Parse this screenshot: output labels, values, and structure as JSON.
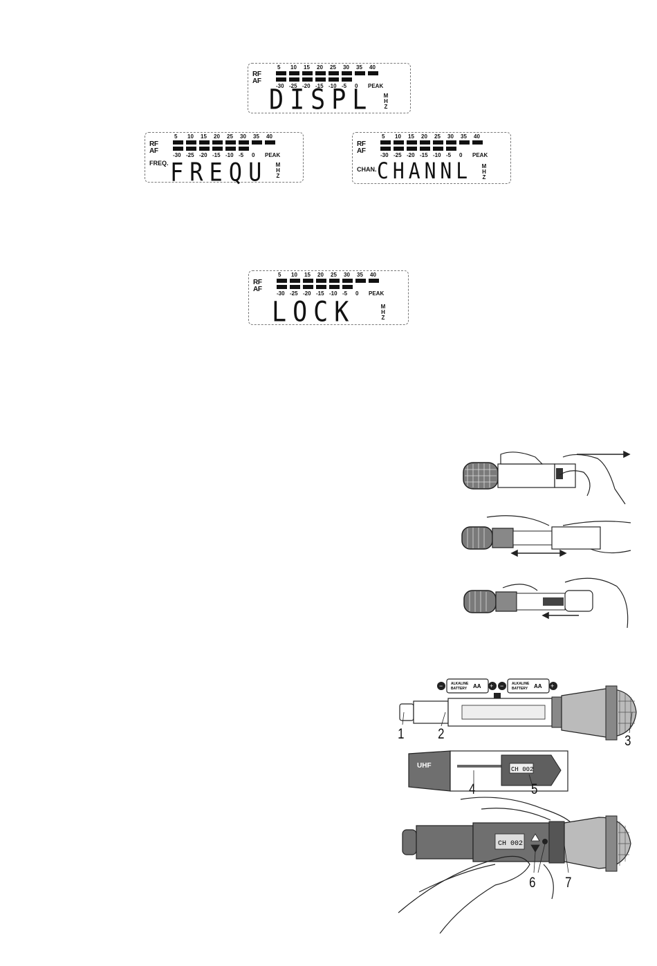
{
  "rf_label": "RF",
  "af_label": "AF",
  "rf_ticks": [
    "5",
    "10",
    "15",
    "20",
    "25",
    "30",
    "35",
    "40"
  ],
  "af_ticks": [
    "-30",
    "-25",
    "-20",
    "-15",
    "-10",
    "-5",
    "0",
    "PEAK"
  ],
  "unit_letters": [
    "M",
    "H",
    "Z"
  ],
  "displays": {
    "displ": {
      "text": "DISPL",
      "prefix": ""
    },
    "frequ": {
      "text": "FREQU",
      "prefix": "FREQ."
    },
    "channl": {
      "text": "CHANNL",
      "prefix": "CHAN."
    },
    "lock": {
      "text": "LOCK",
      "prefix": ""
    }
  },
  "battery_label": {
    "line1": "ALKALINE",
    "line2": "BATTERY",
    "size": "AA"
  },
  "sleeve": {
    "brand": "UHF",
    "screen": "CH 002"
  },
  "handle_screen": "CH 002",
  "callouts": [
    "1",
    "2",
    "3",
    "4",
    "5",
    "6",
    "7"
  ]
}
